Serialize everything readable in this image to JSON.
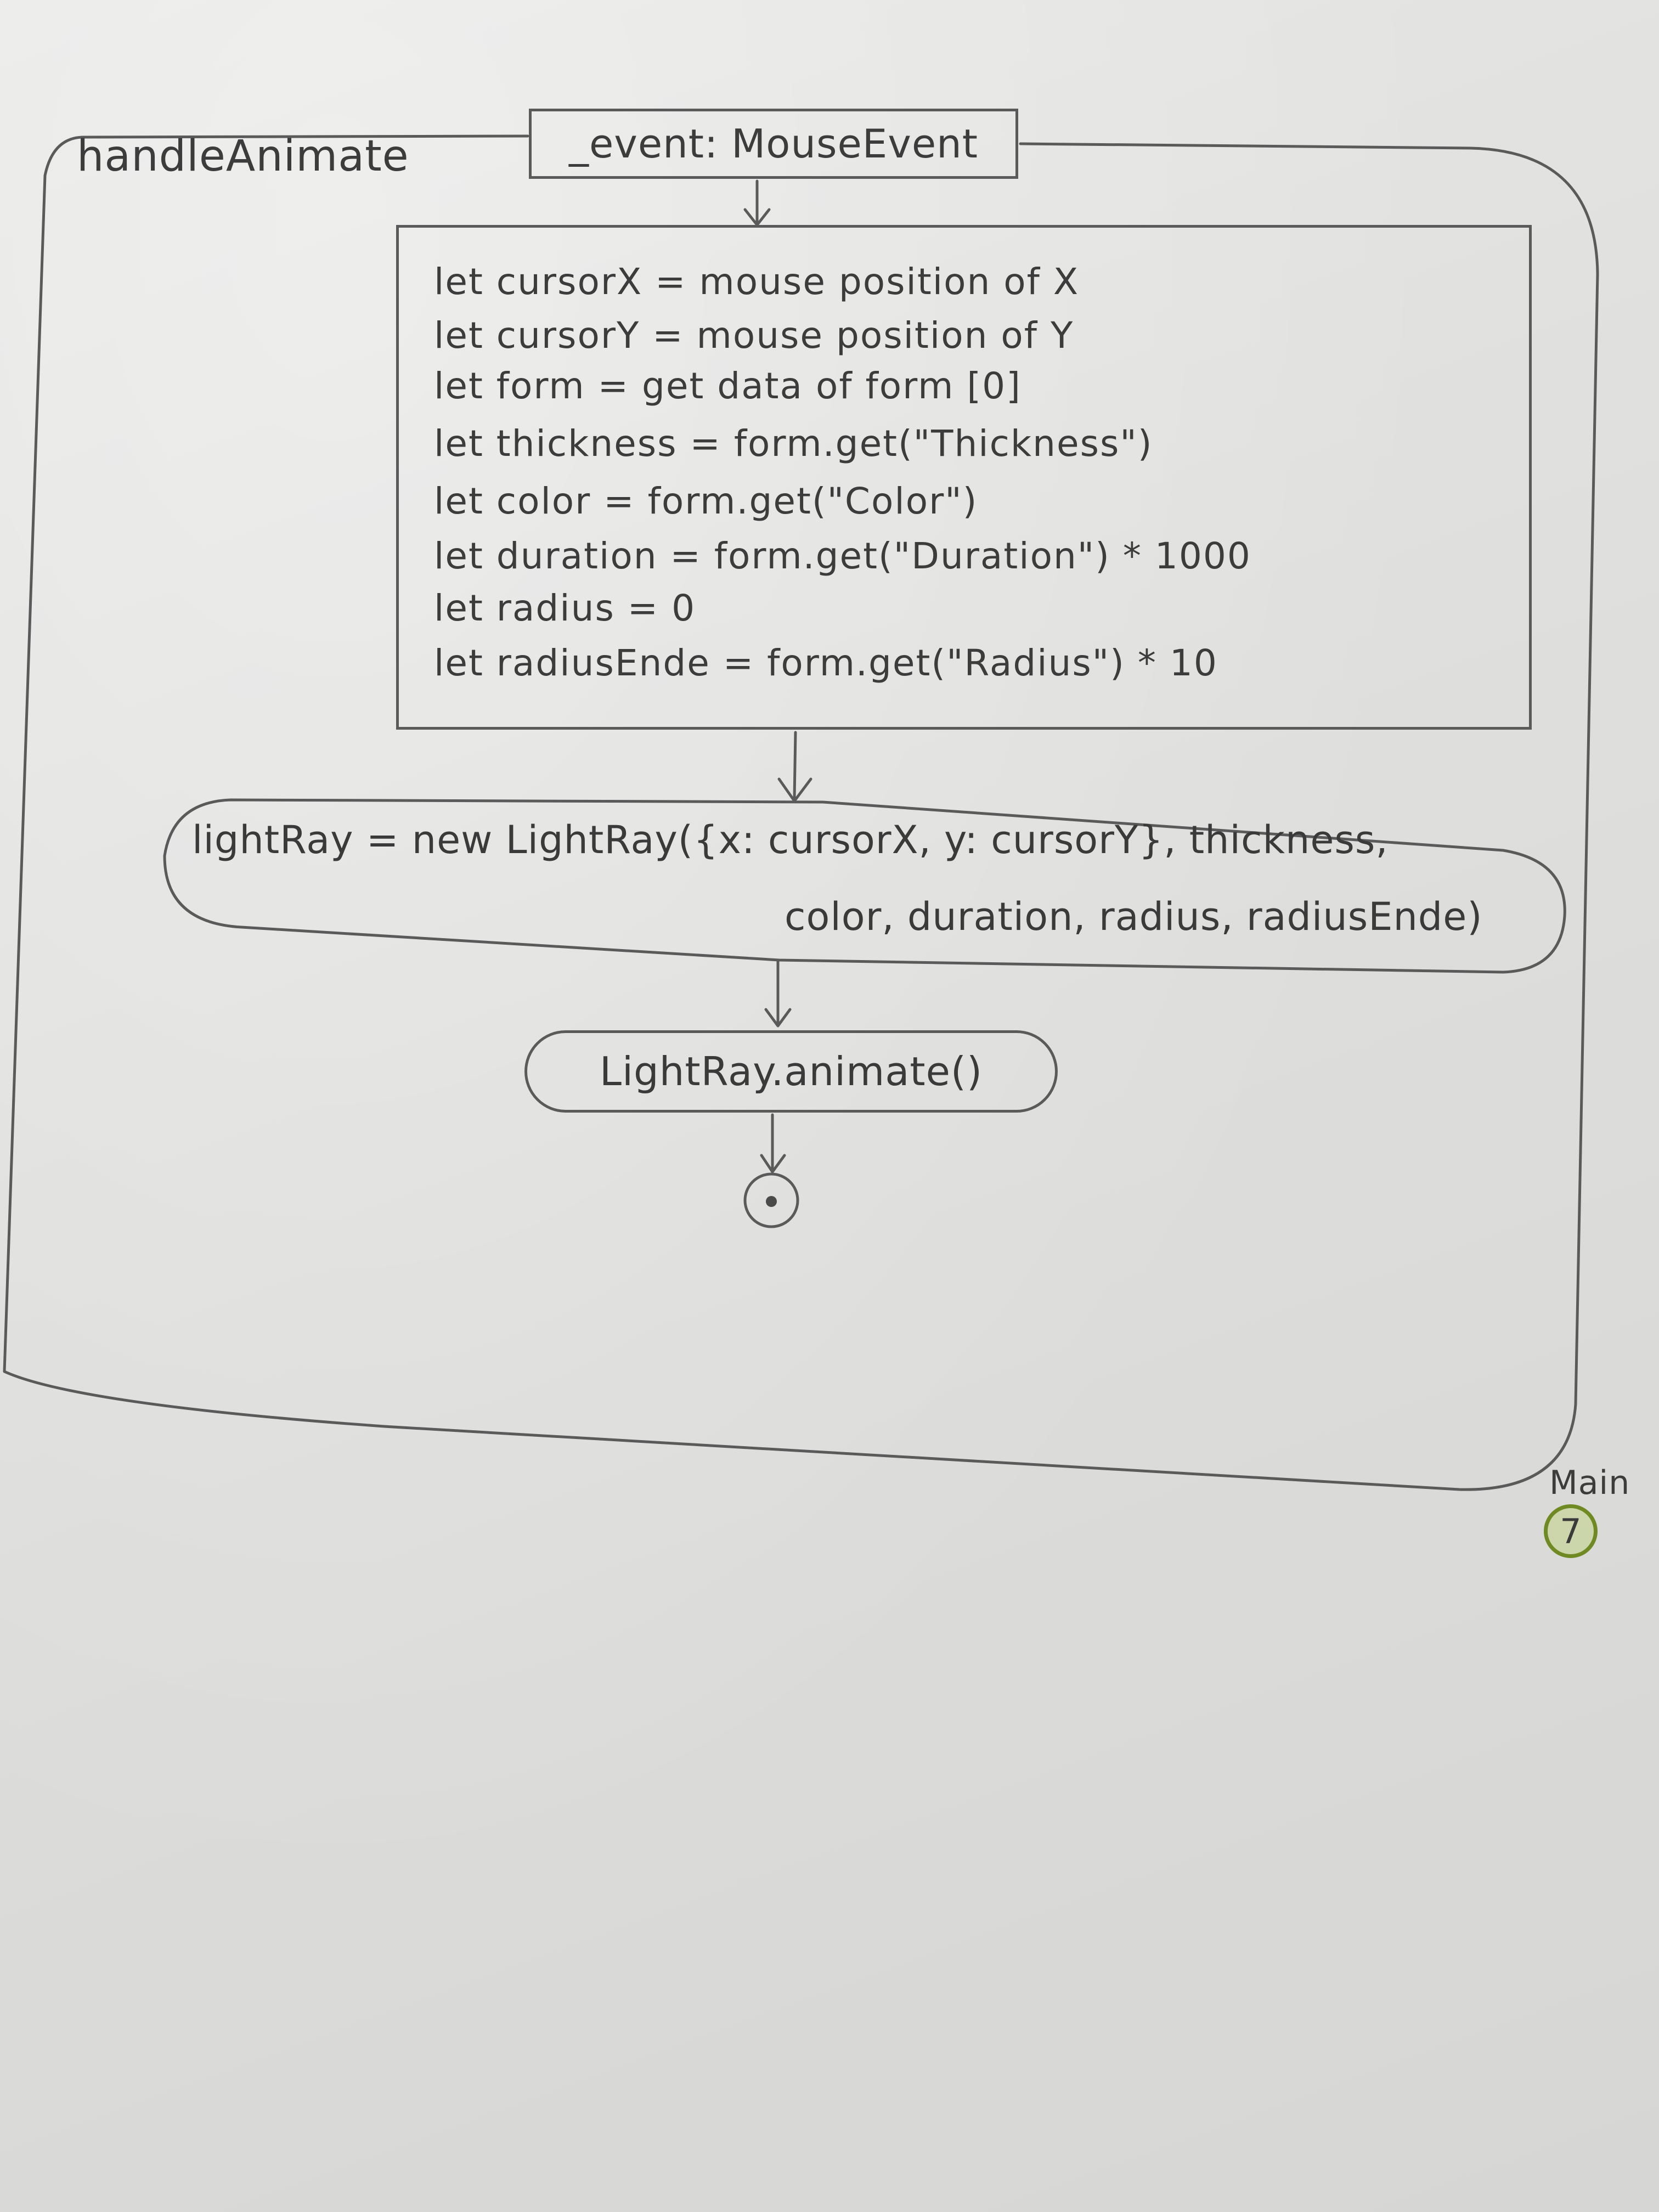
{
  "frame": {
    "name": "handleAnimate",
    "parameter": "_event: MouseEvent"
  },
  "code_block": {
    "lines": [
      "let cursorX = mouse position of X",
      "let cursorY = mouse position of Y",
      "let form = get data of form [0]",
      "let thickness = form.get(\"Thickness\")",
      "let color = form.get(\"Color\")",
      "let duration = form.get(\"Duration\") * 1000",
      "let radius = 0",
      "let radiusEnde = form.get(\"Radius\") * 10"
    ]
  },
  "create_action": {
    "line1": "lightRay = new LightRay({x: cursorX, y: cursorY}, thickness,",
    "line2": "color, duration, radius, radiusEnde)"
  },
  "animate_action": {
    "text": "LightRay.animate()"
  },
  "page_marker": {
    "label": "Main",
    "number": "7"
  }
}
